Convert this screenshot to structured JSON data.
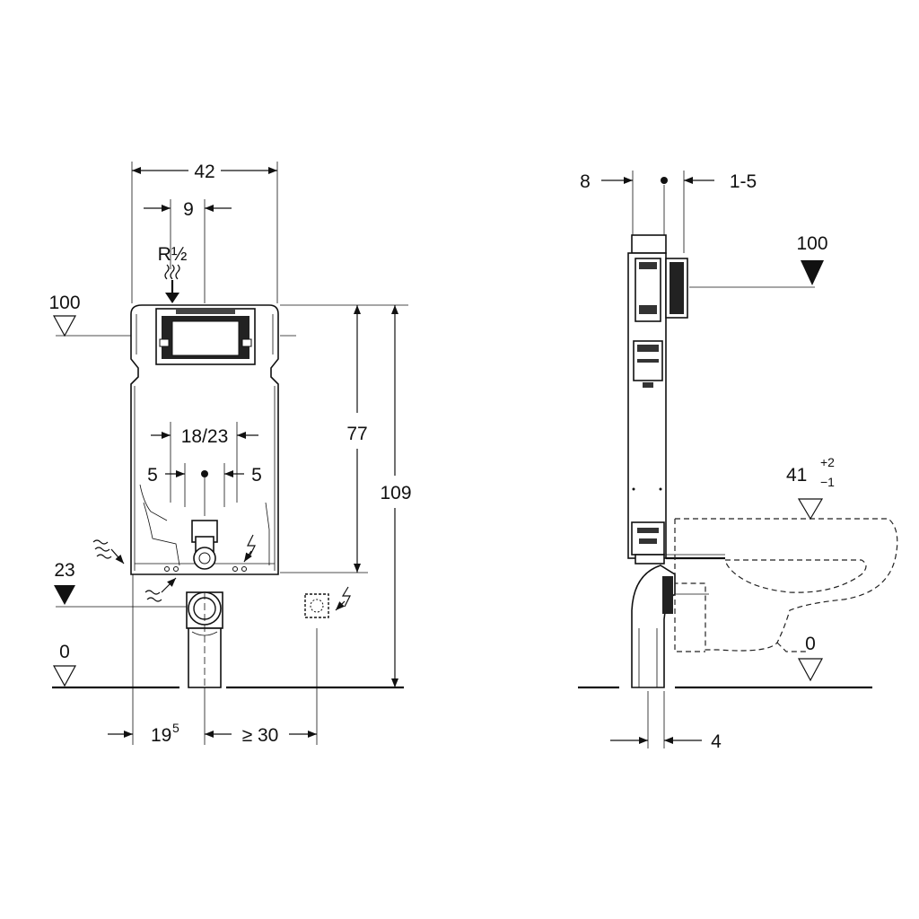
{
  "front_view": {
    "width_label": "42",
    "inlet_offset_label": "9",
    "inlet_thread_label": "R½",
    "top_level_label": "100",
    "spacing_label": "18/23",
    "left_offset_label": "5",
    "right_offset_label": "5",
    "height_label": "77",
    "total_height_label": "109",
    "lower_level_label": "23",
    "floor_level_label": "0",
    "side_offset_label": "19",
    "side_offset_sup": "5",
    "clearance_label": "≥ 30"
  },
  "side_view": {
    "depth_label": "8",
    "adjust_label": "1-5",
    "top_level_label": "100",
    "seat_height_label": "41",
    "seat_tol_plus": "+2",
    "seat_tol_minus": "−1",
    "floor_level_label": "0",
    "pipe_offset_label": "4"
  }
}
